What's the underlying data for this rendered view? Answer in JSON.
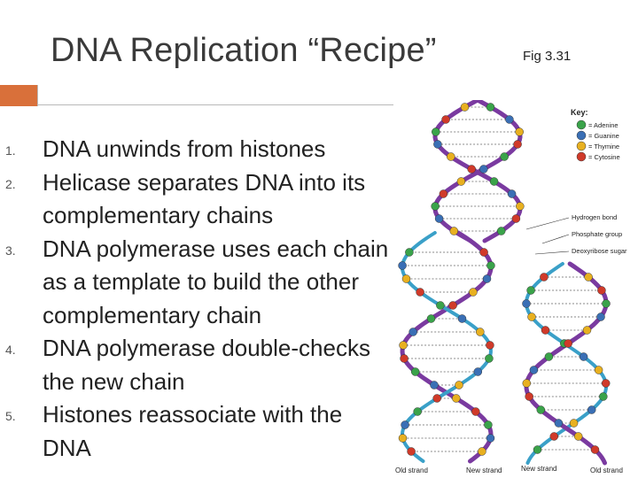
{
  "slide": {
    "title": "DNA Replication “Recipe”",
    "figure_label": "Fig 3.31"
  },
  "steps": [
    {
      "num": "1.",
      "text": "DNA unwinds from histones"
    },
    {
      "num": "2.",
      "text": "Helicase separates DNA into its complementary chains"
    },
    {
      "num": "3.",
      "text": "DNA polymerase uses each chain as a template to build the other complementary chain"
    },
    {
      "num": "4.",
      "text": "DNA polymerase double-checks the new chain"
    },
    {
      "num": "5.",
      "text": "Histones reassociate with the DNA"
    }
  ],
  "figure": {
    "key_title": "Key:",
    "key": [
      {
        "letter": "A",
        "label": "= Adenine",
        "color": "#3aa34a"
      },
      {
        "letter": "G",
        "label": "= Guanine",
        "color": "#3a6fb5"
      },
      {
        "letter": "T",
        "label": "= Thymine",
        "color": "#e8b020"
      },
      {
        "letter": "C",
        "label": "= Cytosine",
        "color": "#d03a2a"
      }
    ],
    "callouts": [
      "Hydrogen bond",
      "Phosphate group",
      "Deoxyribose sugar"
    ],
    "strand_labels": [
      "Old strand",
      "New strand",
      "New strand",
      "Old strand"
    ],
    "backbone_color": "#7a3aa0"
  }
}
